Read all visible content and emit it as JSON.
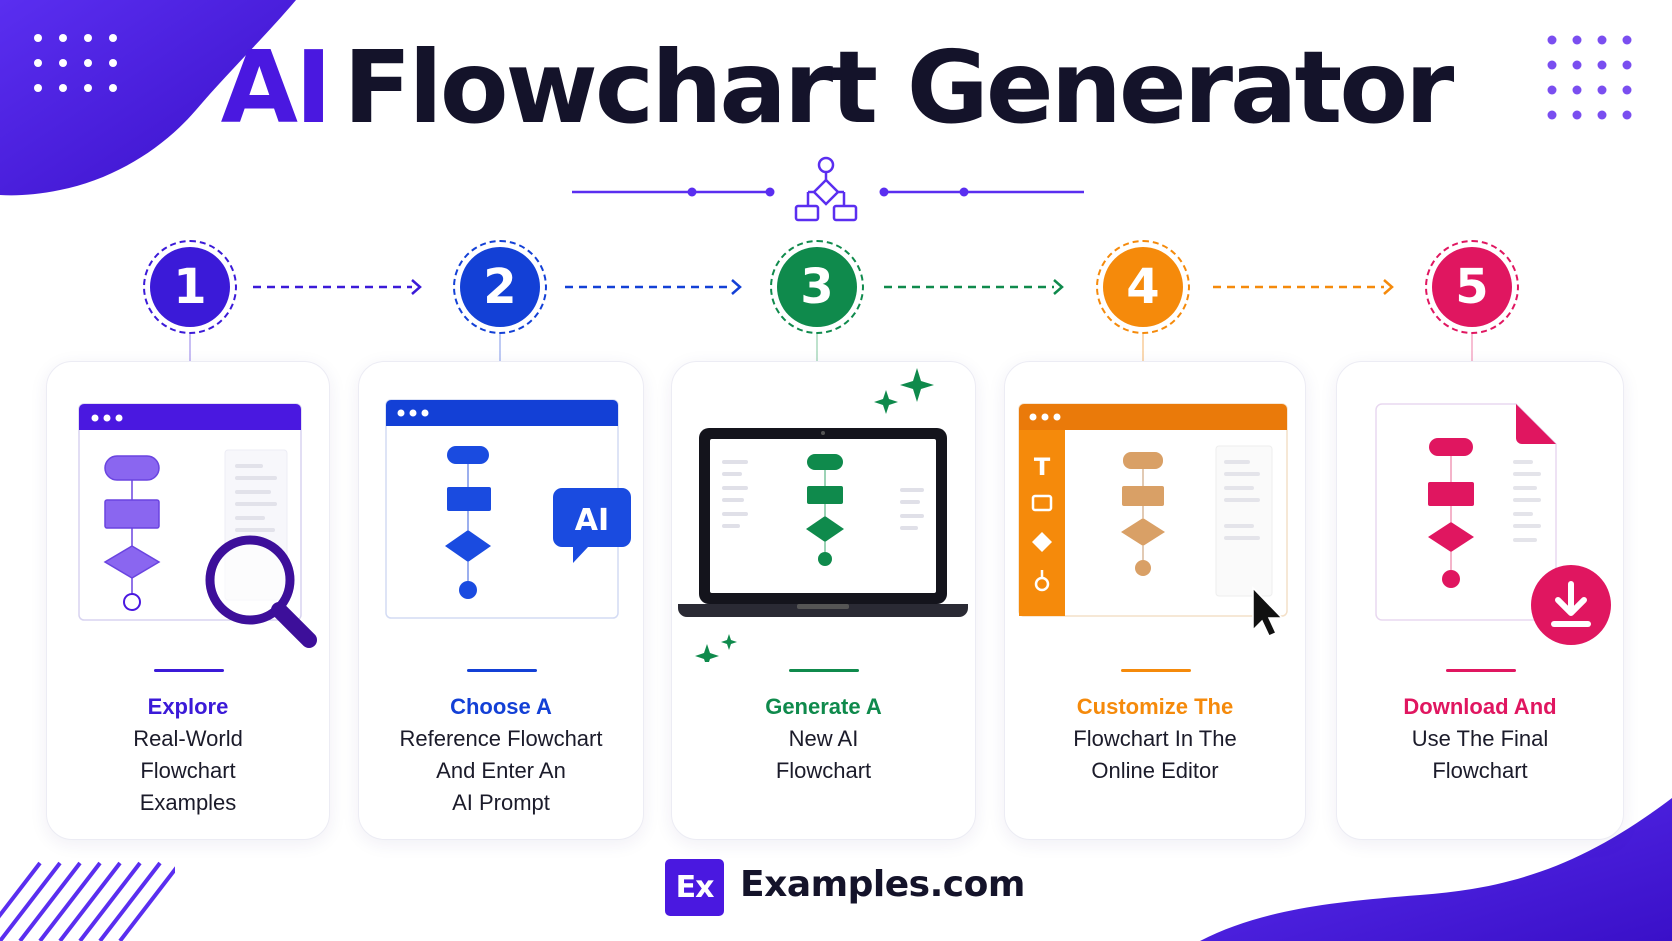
{
  "title": {
    "accent": "AI",
    "main": "Flowchart Generator"
  },
  "colors": {
    "brand": "#4a18e0",
    "step1": "#3b1ad8",
    "step2": "#1340d6",
    "step3": "#0f8a4c",
    "step4": "#f58a0b",
    "step5": "#e01660",
    "text": "#1b1b2a"
  },
  "steps": [
    {
      "number": "1",
      "highlight": "Explore",
      "lines": [
        "Real-World",
        "Flowchart",
        "Examples"
      ],
      "icon": "magnifier-icon"
    },
    {
      "number": "2",
      "highlight": "Choose A",
      "lines": [
        "Reference Flowchart",
        "And Enter An",
        "AI Prompt"
      ],
      "icon": "ai-chat-badge-icon",
      "badge": "AI"
    },
    {
      "number": "3",
      "highlight": "Generate A",
      "lines": [
        "New AI",
        "Flowchart"
      ],
      "icon": "laptop-icon"
    },
    {
      "number": "4",
      "highlight": "Customize The",
      "lines": [
        "Flowchart In The",
        "Online Editor"
      ],
      "icon": "cursor-icon",
      "tools": [
        "T"
      ]
    },
    {
      "number": "5",
      "highlight": "Download And",
      "lines": [
        "Use The Final",
        "Flowchart"
      ],
      "icon": "download-icon"
    }
  ],
  "footer": {
    "logo_mark": "Ex",
    "logo_text": "Examples.com"
  }
}
